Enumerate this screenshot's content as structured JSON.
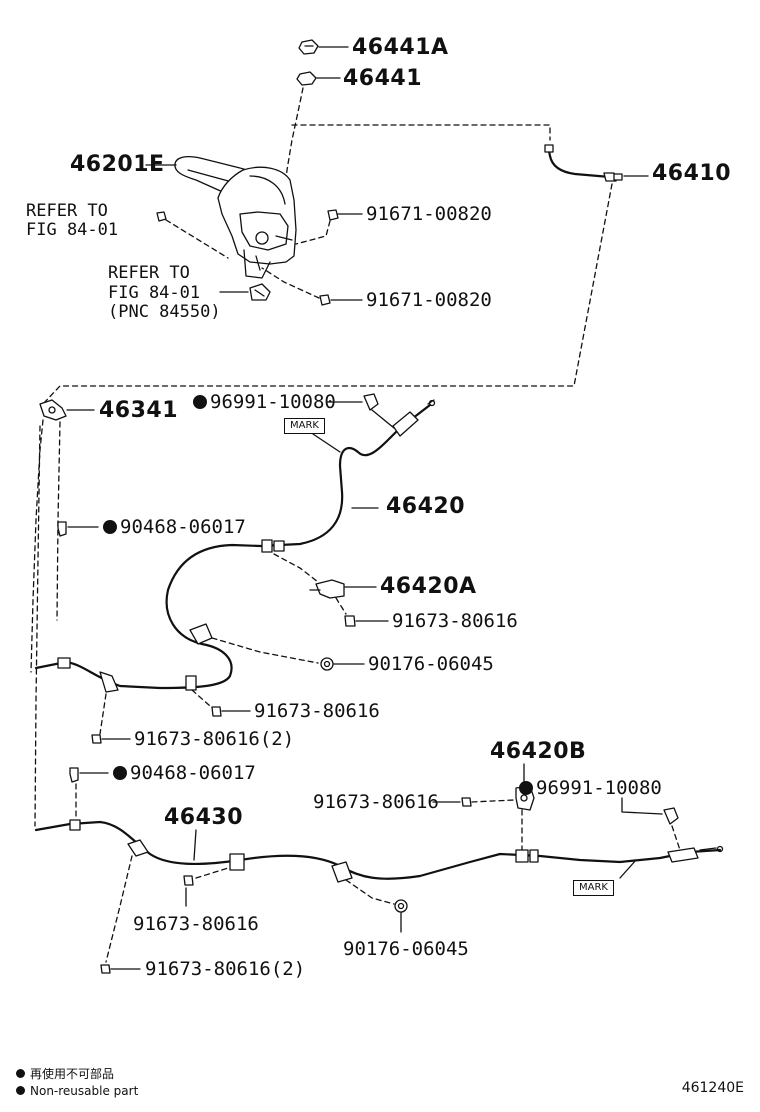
{
  "parts": {
    "p46441a": "46441A",
    "p46441": "46441",
    "p46201e": "46201E",
    "p46410": "46410",
    "p91671_a": "91671-00820",
    "p91671_b": "91671-00820",
    "p46341": "46341",
    "p96991_a": "96991-10080",
    "p46420": "46420",
    "p90468_a": "90468-06017",
    "p46420a": "46420A",
    "p91673_a": "91673-80616",
    "p90176_a": "90176-06045",
    "p91673_b": "91673-80616",
    "p91673_c": "91673-80616(2)",
    "p46420b": "46420B",
    "p90468_b": "90468-06017",
    "p91673_d": "91673-80616",
    "p96991_b": "96991-10080",
    "p46430": "46430",
    "p91673_e": "91673-80616",
    "p90176_b": "90176-06045",
    "p91673_f": "91673-80616(2)"
  },
  "refs": {
    "ref1_line1": "REFER TO",
    "ref1_line2": "FIG 84-01",
    "ref2_line1": "REFER TO",
    "ref2_line2": "FIG 84-01",
    "ref2_line3": "(PNC 84550)"
  },
  "marks": {
    "mark_upper": "MARK",
    "mark_lower": "MARK"
  },
  "legend": {
    "line1": "再使用不可部品",
    "line2": "Non-reusable part"
  },
  "diagram_id": "461240E",
  "icons": {
    "non_reusable": "filled-circle-icon"
  },
  "colors": {
    "ink": "#111111",
    "background": "#ffffff"
  }
}
